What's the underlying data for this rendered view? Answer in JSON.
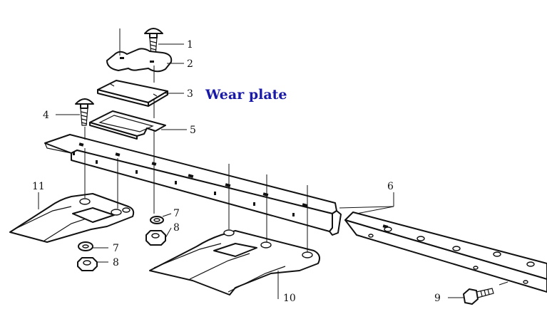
{
  "title": {
    "text": "Wear plate",
    "color": "#1a1aa8"
  },
  "callouts": [
    "1",
    "2",
    "3",
    "4",
    "5",
    "6",
    "7",
    "8",
    "7",
    "8",
    "9",
    "10",
    "11"
  ],
  "line_color": "#111111"
}
